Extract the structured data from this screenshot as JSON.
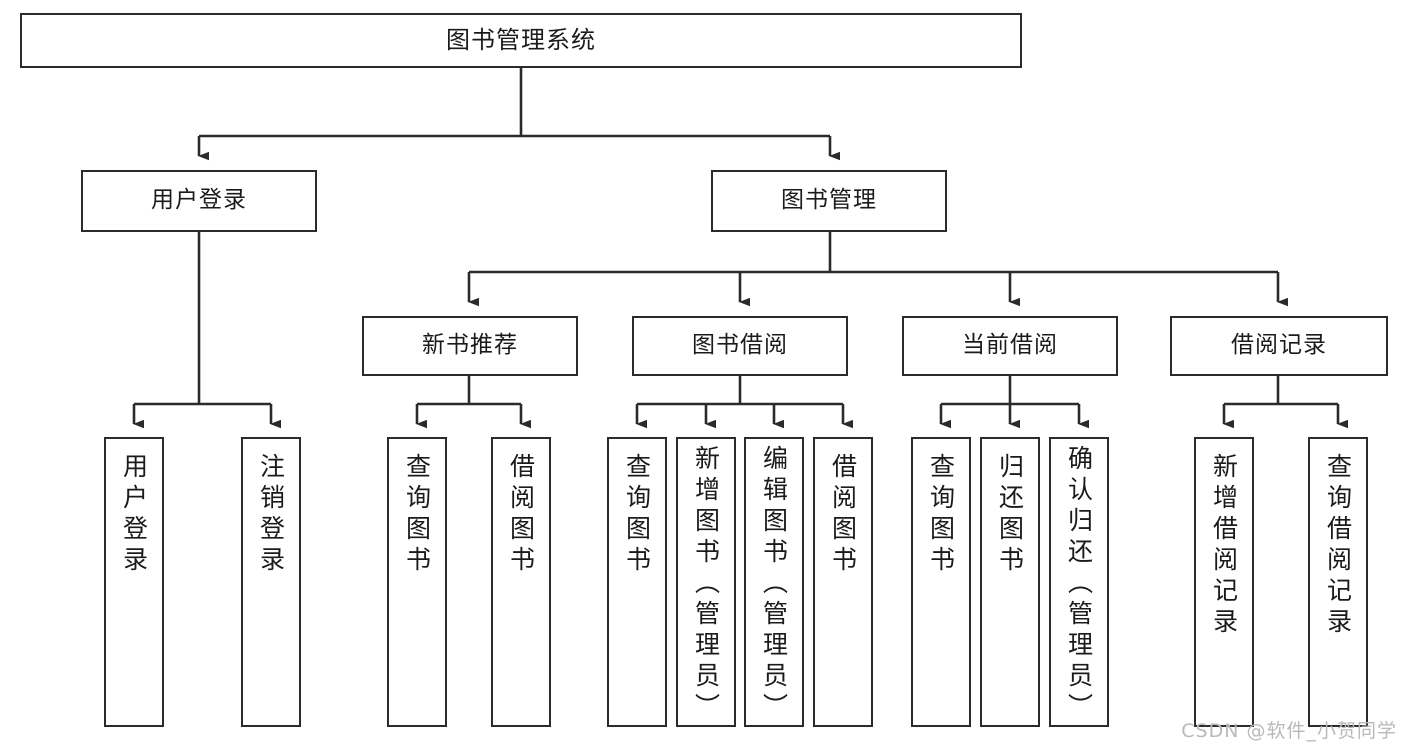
{
  "diagram": {
    "type": "tree-hierarchy",
    "title": "图书管理系统",
    "watermark": "CSDN @软件_小贺同学",
    "colors": {
      "box_border": "#2b2b2b",
      "box_fill": "#ffffff",
      "connector": "#2b2b2b",
      "text": "#1b1b1b",
      "watermark": "#b9b9b9"
    },
    "nodes": {
      "root": {
        "label": "图书管理系统"
      },
      "level2": [
        {
          "label": "用户登录"
        },
        {
          "label": "图书管理"
        }
      ],
      "level3": [
        {
          "label": "新书推荐"
        },
        {
          "label": "图书借阅"
        },
        {
          "label": "当前借阅"
        },
        {
          "label": "借阅记录"
        }
      ],
      "leaves": {
        "user_login": [
          {
            "label": "用户登录"
          },
          {
            "label": "注销登录"
          }
        ],
        "new_book_recommend": [
          {
            "label": "查询图书"
          },
          {
            "label": "借阅图书"
          }
        ],
        "book_borrow": [
          {
            "label": "查询图书"
          },
          {
            "label": "新增图书（管理员）"
          },
          {
            "label": "编辑图书（管理员）"
          },
          {
            "label": "借阅图书"
          }
        ],
        "current_borrow": [
          {
            "label": "查询图书"
          },
          {
            "label": "归还图书"
          },
          {
            "label": "确认归还（管理员）"
          }
        ],
        "borrow_record": [
          {
            "label": "新增借阅记录"
          },
          {
            "label": "查询借阅记录"
          }
        ]
      }
    }
  }
}
